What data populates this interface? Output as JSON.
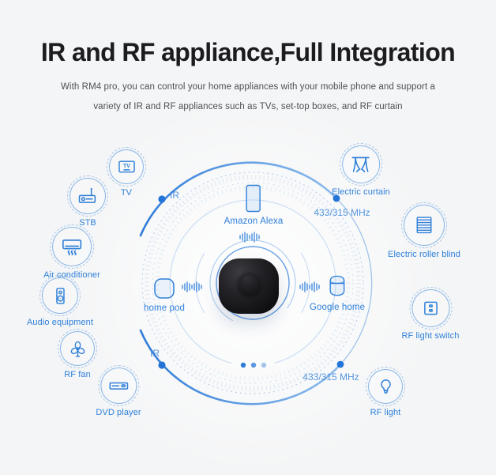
{
  "page": {
    "title": "IR and RF appliance,Full Integration",
    "subtitle_line1": "With RM4 pro, you can control your home appliances with your mobile phone and support a",
    "subtitle_line2": "variety of IR and RF appliances such as TVs, set-top boxes, and RF curtain"
  },
  "colors": {
    "accent_blue": "#2e7fd9",
    "light_blue": "#9dc6f0",
    "title_text": "#1c1c1e",
    "subtitle_text": "#4f4f52",
    "background": "#f4f5f6",
    "device_black": "#121214"
  },
  "diagram": {
    "hub_icon": "rm4-pro-device-icon",
    "tv_icon_text": "TV",
    "assistants": [
      {
        "label": "Amazon Alexa",
        "icon": "smartphone-icon"
      },
      {
        "label": "home pod",
        "icon": "home-pod-icon"
      },
      {
        "label": "Google home",
        "icon": "google-home-speaker-icon"
      }
    ],
    "appliances_left": [
      {
        "label": "TV",
        "icon": "tv-icon"
      },
      {
        "label": "STB",
        "icon": "set-top-box-icon"
      },
      {
        "label": "Air conditioner",
        "icon": "air-conditioner-icon"
      },
      {
        "label": "Audio equipment",
        "icon": "audio-speaker-icon"
      },
      {
        "label": "RF fan",
        "icon": "fan-icon"
      },
      {
        "label": "DVD player",
        "icon": "dvd-player-icon"
      }
    ],
    "appliances_right": [
      {
        "label": "Electric curtain",
        "icon": "curtain-icon"
      },
      {
        "label": "Electric roller blind",
        "icon": "roller-blind-icon"
      },
      {
        "label": "RF light switch",
        "icon": "light-switch-icon"
      },
      {
        "label": "RF light",
        "icon": "light-bulb-icon"
      }
    ],
    "signal_labels": {
      "ir_top": "IR",
      "ir_bottom": "IR",
      "rf_top": "433/315 MHz",
      "rf_bottom": "433/315 MHz"
    }
  }
}
